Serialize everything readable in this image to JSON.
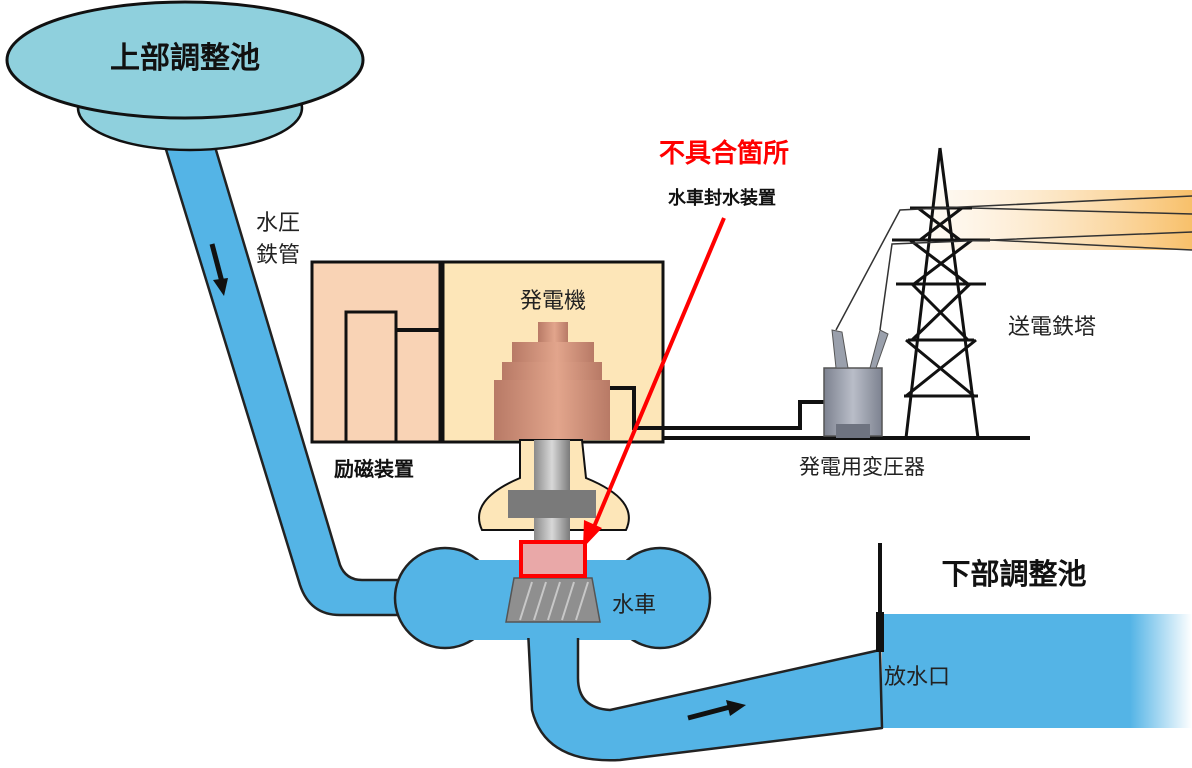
{
  "labels": {
    "upper_reservoir": "上部調整池",
    "penstock_line1": "水圧",
    "penstock_line2": "鉄管",
    "generator": "発電機",
    "exciter": "励磁装置",
    "transformer": "発電用変圧器",
    "tower": "送電鉄塔",
    "turbine": "水車",
    "lower_reservoir": "下部調整池",
    "outlet": "放水口",
    "defect_title": "不具合箇所",
    "defect_part": "水車封水装置"
  },
  "colors": {
    "water": "#54b4e6",
    "water_dark": "#1a1a1a",
    "reservoir_fill": "#8fd0dd",
    "building_fill": "#fde6b8",
    "exciter_fill": "#f9d3b5",
    "generator_copper": "#c98a73",
    "highlight_red": "#ff0000",
    "seal_fill": "#e9a8a8",
    "power_line_glow": "#f8c987"
  }
}
